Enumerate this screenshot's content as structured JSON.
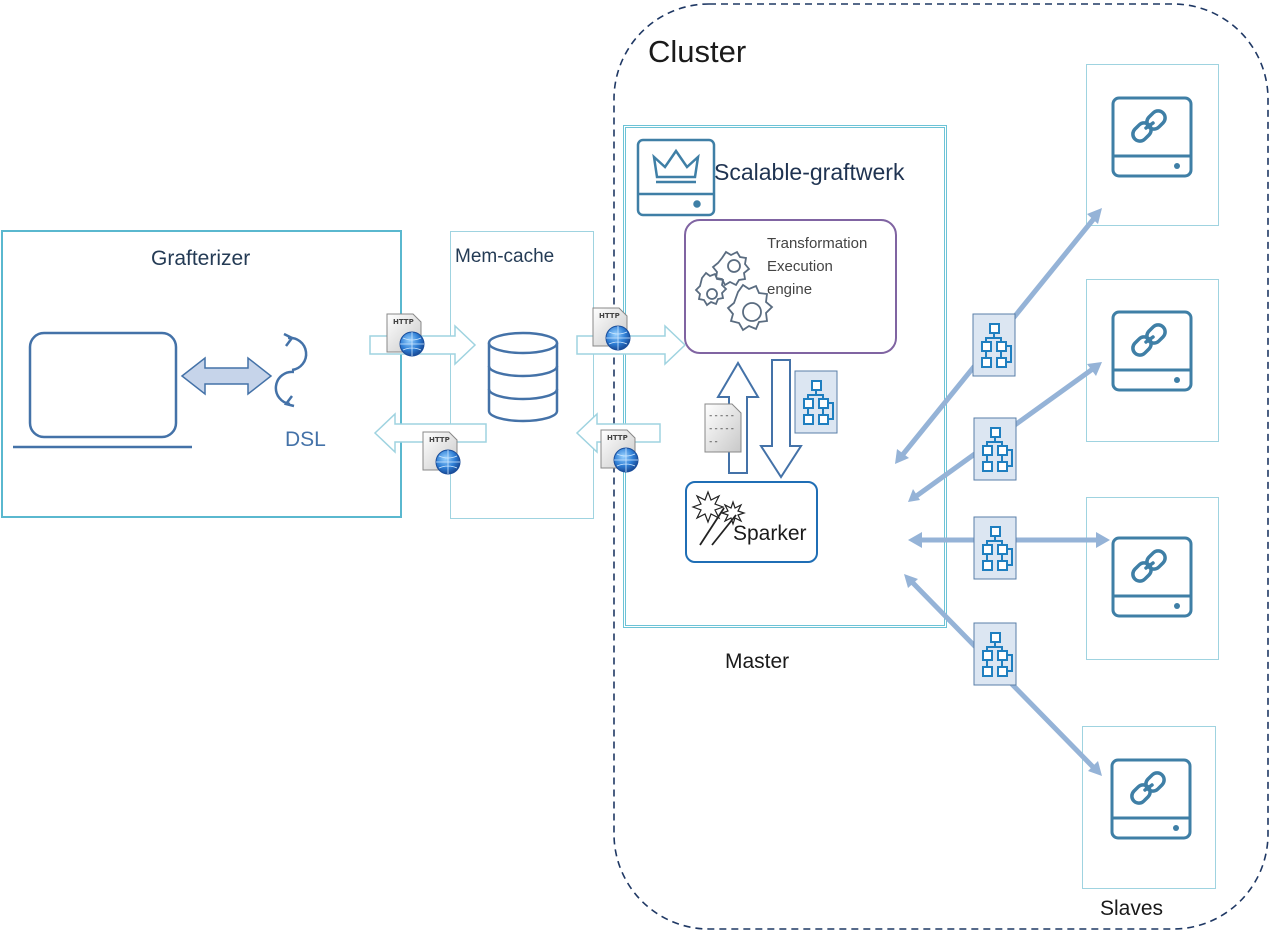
{
  "labels": {
    "cluster": "Cluster",
    "grafterizer": "Grafterizer",
    "dsl": "DSL",
    "memcache": "Mem-cache",
    "scalable": "Scalable-graftwerk",
    "engine_line1": "Transformation",
    "engine_line2": "Execution",
    "engine_line3": "engine",
    "sparker": "Sparker",
    "master": "Master",
    "slaves": "Slaves",
    "http": "HTTP",
    "doc_lines": [
      "-----",
      "-----",
      "--"
    ]
  },
  "colors": {
    "frame_teal": "#4bacc6",
    "frame_light": "#9fd3e0",
    "engine_purple": "#8064a2",
    "sparker_blue": "#1f6eb5",
    "arrow_blue": "#95b3d7",
    "cluster_dash": "#1f3864",
    "icon_blue": "#4472a8"
  },
  "icons": [
    "laptop-icon",
    "dsl-cycle-icon",
    "database-icon",
    "crown-server-icon",
    "gears-icon",
    "magic-wand-icon",
    "hierarchy-icon",
    "link-server-icon",
    "http-globe-icon",
    "document-icon"
  ]
}
